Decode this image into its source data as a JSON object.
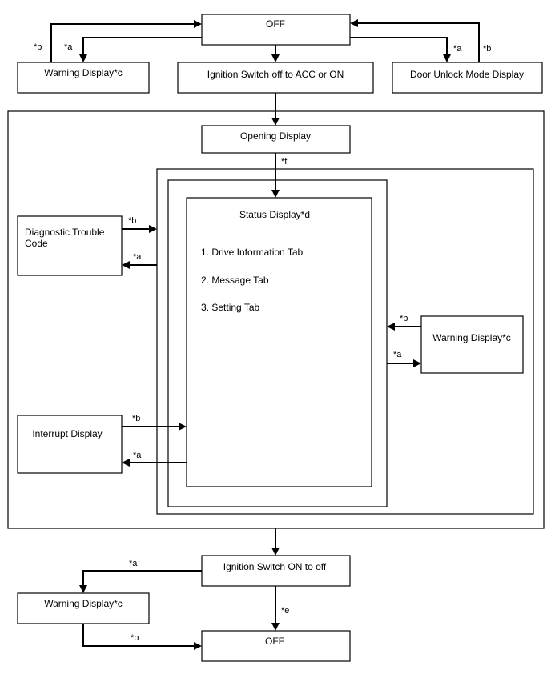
{
  "diagram": {
    "boxes": {
      "off_top": "OFF",
      "warning_top": "Warning Display*c",
      "ignition_acc": "Ignition Switch off to ACC or ON",
      "door_unlock": "Door Unlock Mode Display",
      "opening": "Opening Display",
      "status_title": "Status Display*d",
      "tab_1": "1. Drive Information Tab",
      "tab_2": "2. Message Tab",
      "tab_3": "3. Setting Tab",
      "dtc_line1": "Diagnostic Trouble",
      "dtc_line2": "Code",
      "warning_right": "Warning Display*c",
      "interrupt": "Interrupt Display",
      "ignition_off": "Ignition Switch ON to off",
      "warning_bottom": "Warning Display*c",
      "off_bottom": "OFF"
    },
    "labels": {
      "a": "*a",
      "b": "*b",
      "e": "*e",
      "f": "*f"
    }
  }
}
